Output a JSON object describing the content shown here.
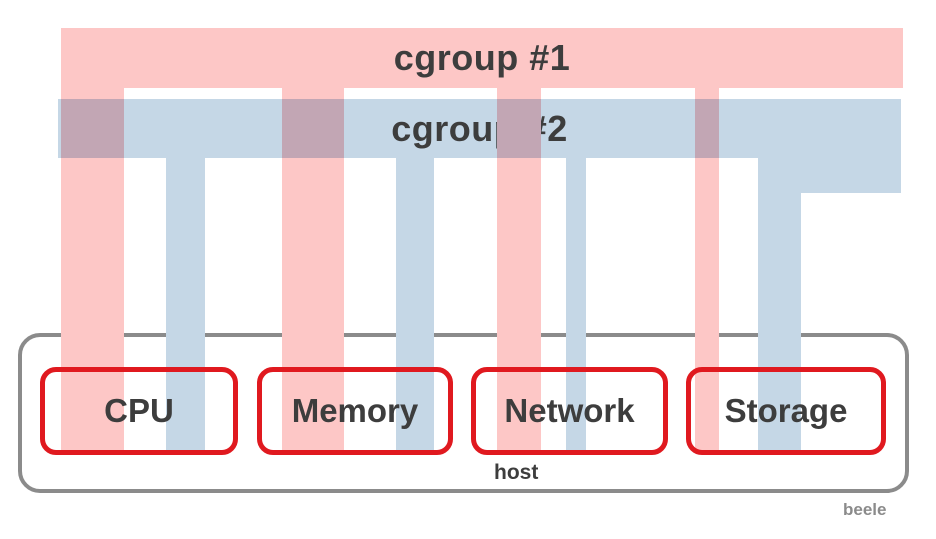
{
  "diagram": {
    "cgroup1": {
      "label": "cgroup #1",
      "color": "#fdc7c6"
    },
    "cgroup2": {
      "label": "cgroup #2",
      "color": "#c5d7e6"
    },
    "overlap_color": "#c2a6b4",
    "host": {
      "label": "host",
      "border_color": "#8b8b8b"
    },
    "resources": [
      {
        "label": "CPU"
      },
      {
        "label": "Memory"
      },
      {
        "label": "Network"
      },
      {
        "label": "Storage"
      }
    ],
    "resource_border_color": "#e0191f",
    "text_color": "#3d3d3d",
    "watermark": "beele"
  }
}
